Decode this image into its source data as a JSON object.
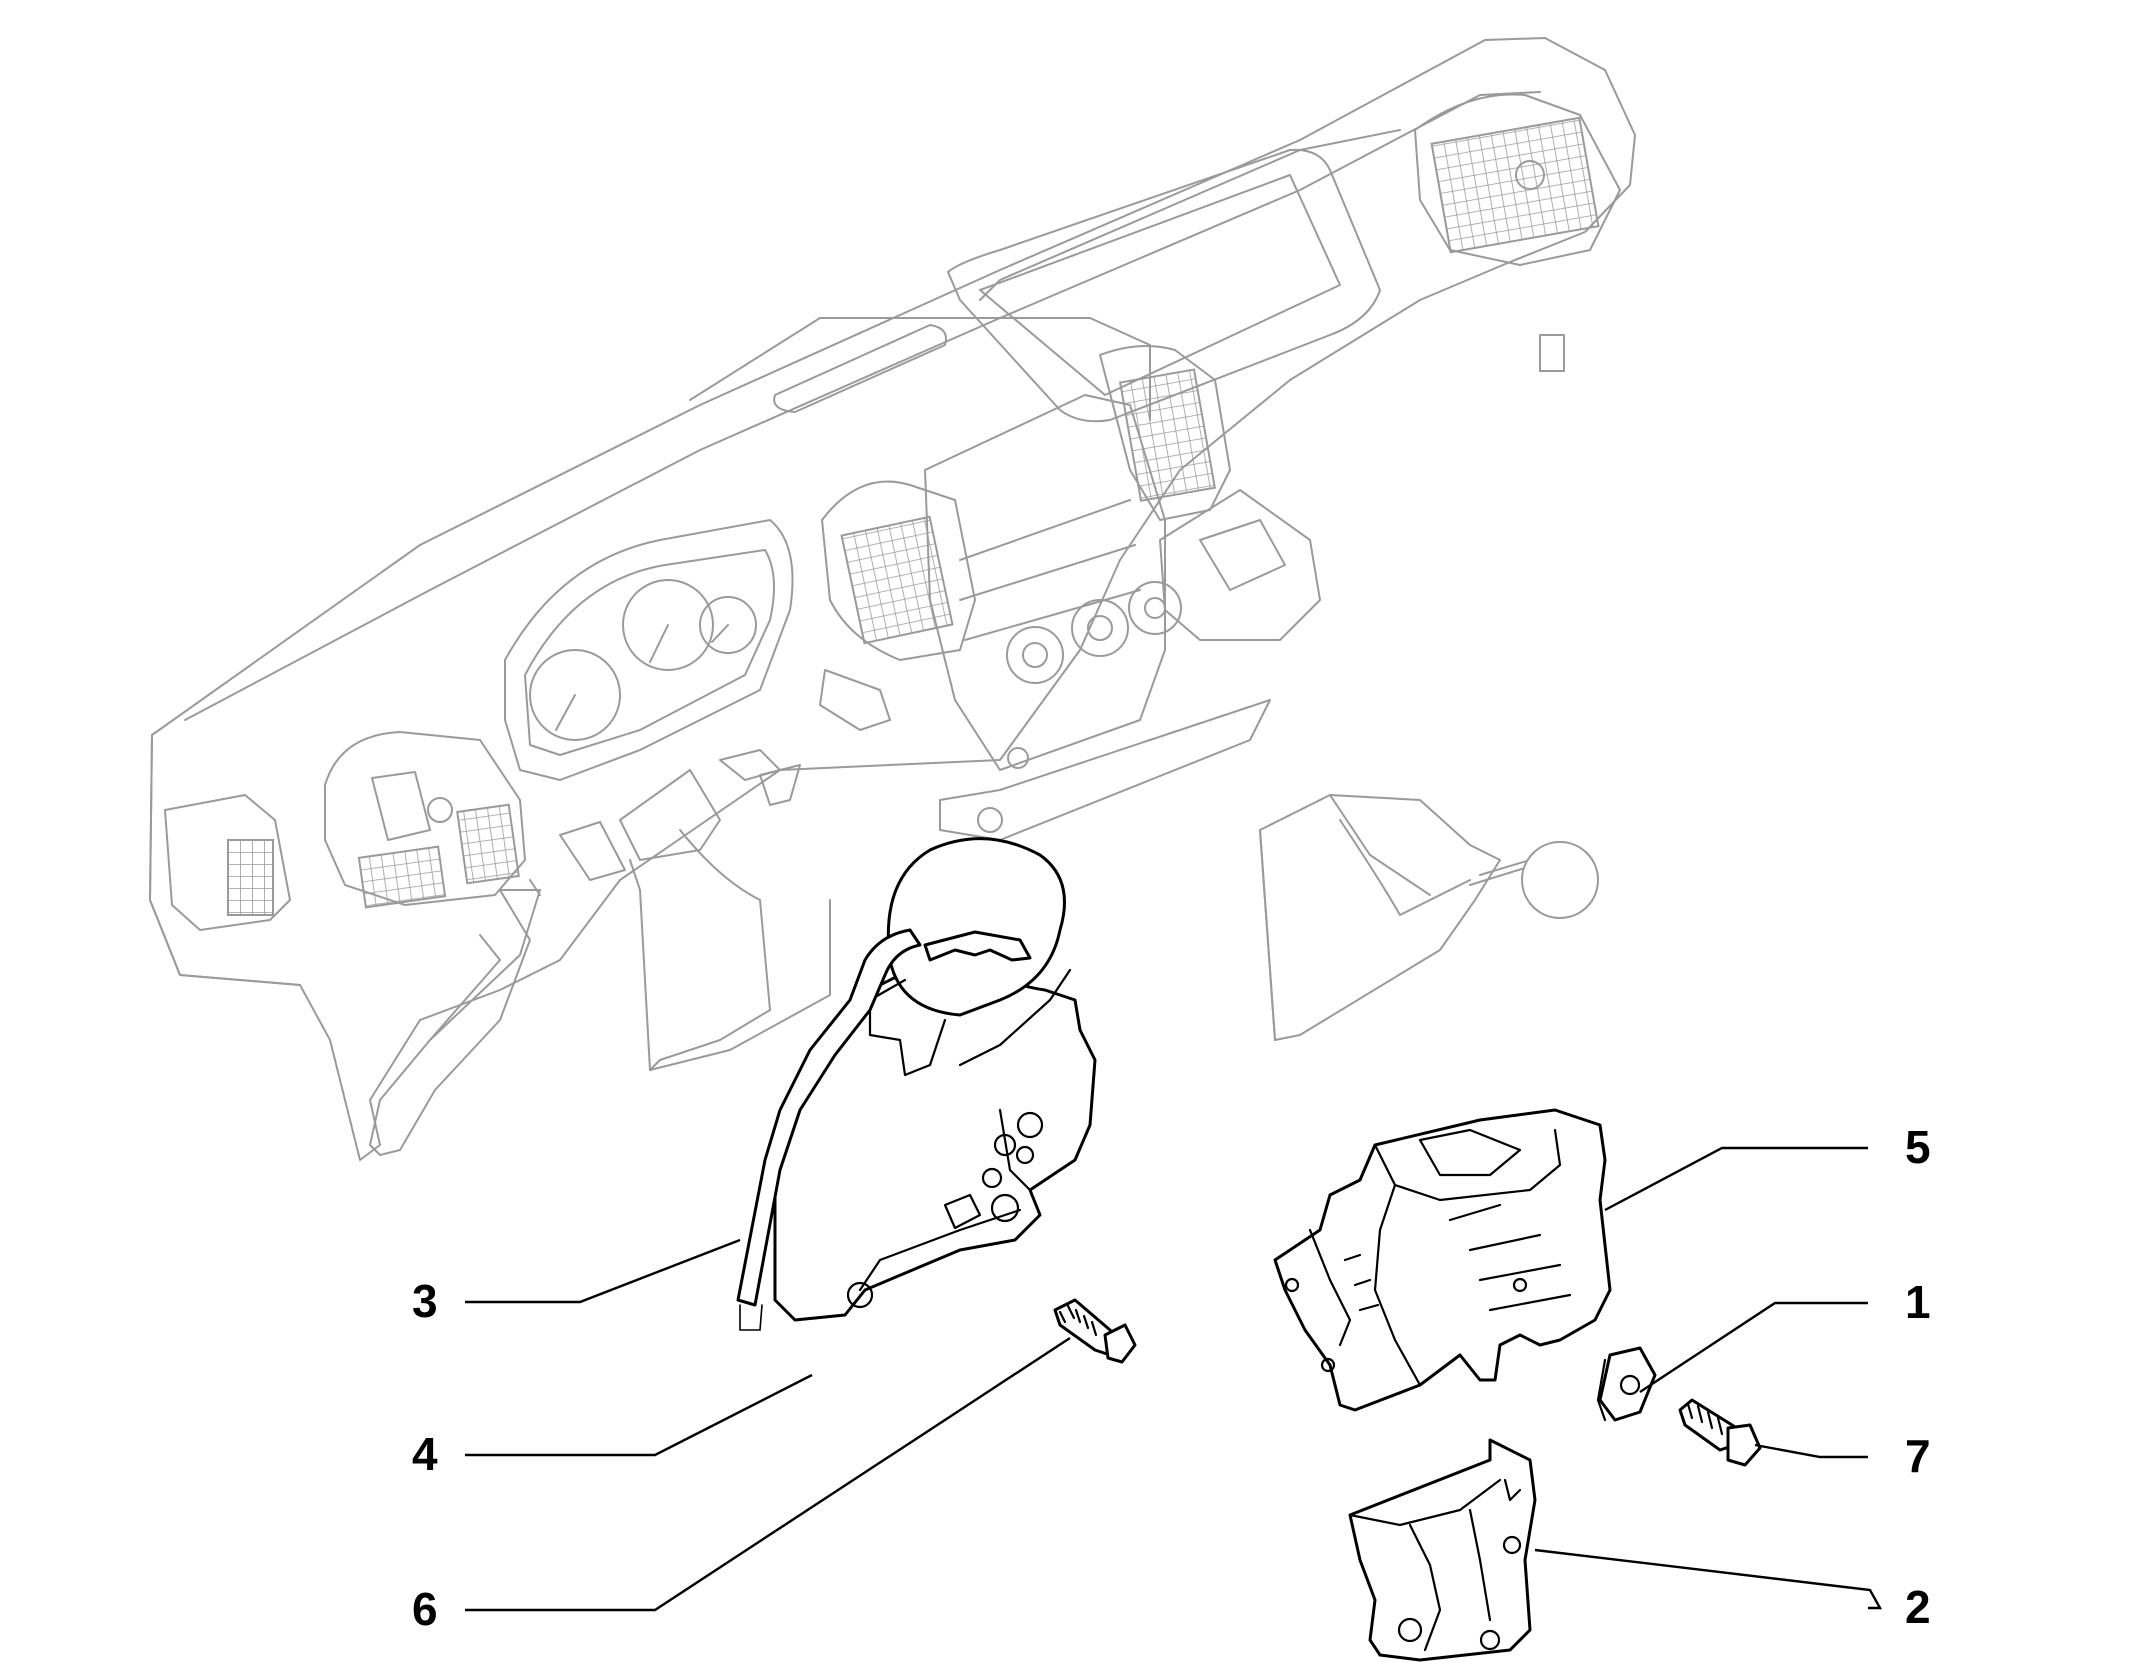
{
  "callouts": [
    {
      "id": "1",
      "label": "1"
    },
    {
      "id": "2",
      "label": "2"
    },
    {
      "id": "3",
      "label": "3"
    },
    {
      "id": "4",
      "label": "4"
    },
    {
      "id": "5",
      "label": "5"
    },
    {
      "id": "6",
      "label": "6"
    },
    {
      "id": "7",
      "label": "7"
    }
  ],
  "colors": {
    "background": "#ffffff",
    "part_stroke": "#000000",
    "context_stroke": "#9a9a9a"
  }
}
